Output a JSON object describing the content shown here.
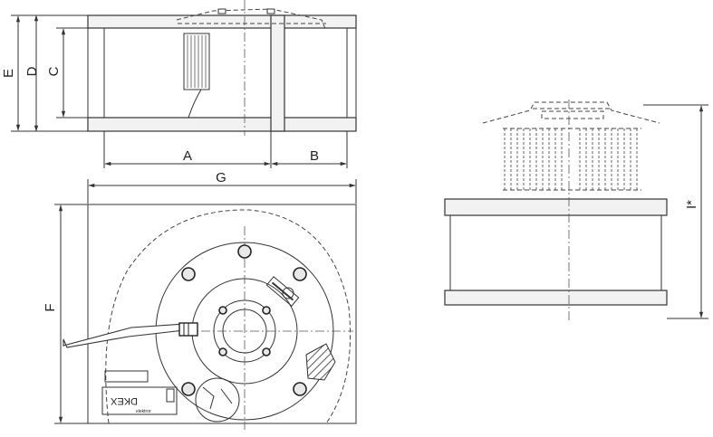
{
  "labels": {
    "A": "A",
    "B": "B",
    "C": "C",
    "D": "D",
    "E": "E",
    "F": "F",
    "G": "G",
    "I": "I*"
  },
  "nameplate": {
    "text": "DKEX",
    "maker": "elektror"
  },
  "colors": {
    "line": "#333333",
    "plate": "#f2f2f2",
    "hatch": "#444444"
  }
}
